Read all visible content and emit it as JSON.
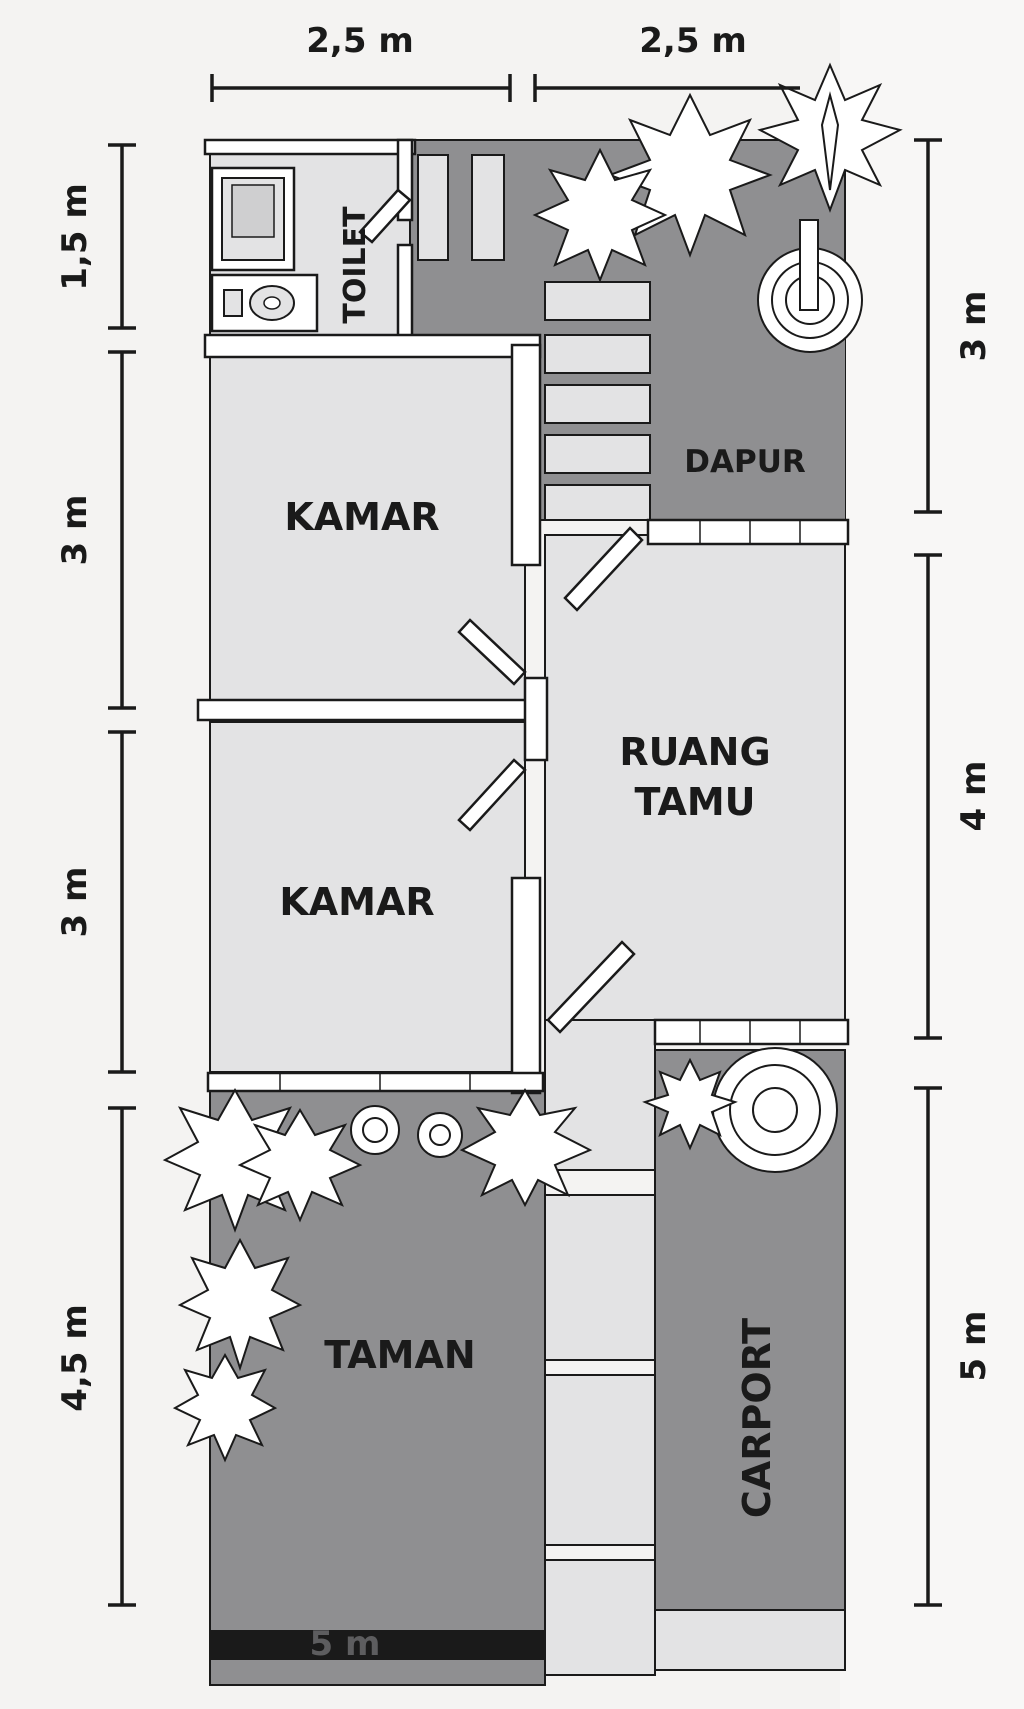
{
  "rooms": {
    "toilet": "TOILET",
    "dapur": "DAPUR",
    "kamar_top": "KAMAR",
    "kamar_bottom": "KAMAR",
    "ruang_tamu_line1": "RUANG",
    "ruang_tamu_line2": "TAMU",
    "taman": "TAMAN",
    "carport": "CARPORT"
  },
  "dimensions": {
    "top_left": "2,5 m",
    "top_right": "2,5 m",
    "left_1": "1,5 m",
    "left_2": "3 m",
    "left_3": "3 m",
    "left_4": "4,5 m",
    "right_1": "3 m",
    "right_2": "4 m",
    "right_3": "5 m",
    "bottom": "5 m"
  },
  "colors": {
    "outdoor": "#8f8f91",
    "indoor": "#e3e3e4",
    "wall": "#ffffff",
    "outline": "#1a1a1a",
    "background": "#f4f3f2"
  }
}
